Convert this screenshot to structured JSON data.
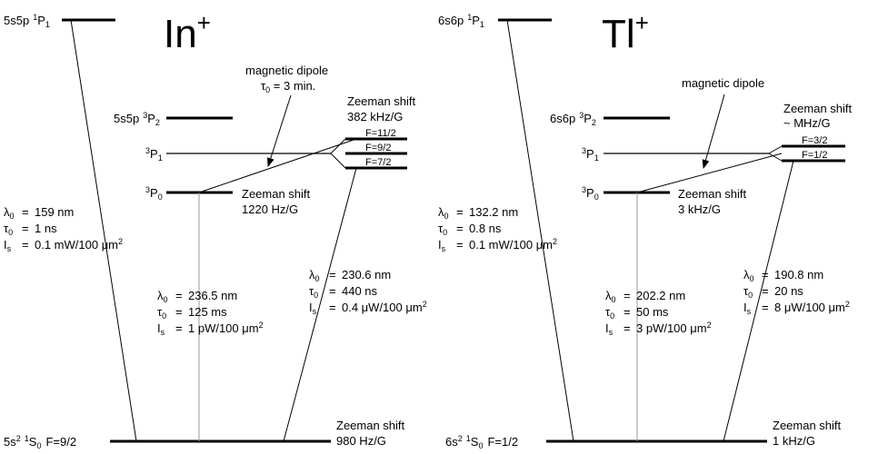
{
  "panels": [
    {
      "id": "in",
      "title": "In",
      "title_charge": "+",
      "state_1p1": {
        "config": "5s5p",
        "spin": "1",
        "term": "P",
        "j": "1"
      },
      "state_3p2": {
        "config": "5s5p",
        "spin": "3",
        "term": "P",
        "j": "2"
      },
      "state_3p1": {
        "spin": "3",
        "term": "P",
        "j": "1"
      },
      "state_3p0": {
        "spin": "3",
        "term": "P",
        "j": "0"
      },
      "ground": {
        "config": "5s",
        "config_exp": "2",
        "spin": "1",
        "term": "S",
        "j": "0",
        "f": "F=9/2"
      },
      "hyperfine": [
        "F=11/2",
        "F=9/2",
        "F=7/2"
      ],
      "zeeman_3p1": [
        "Zeeman shift",
        "382 kHz/G"
      ],
      "zeeman_3p0": [
        "Zeeman shift",
        "1220 Hz/G"
      ],
      "zeeman_ground": [
        "Zeeman shift",
        "980 Hz/G"
      ],
      "dipole": {
        "label": "magnetic dipole",
        "tau_sym": "τ",
        "tau_sub": "0",
        "tau_val": " = 3 min."
      },
      "params_1p1": {
        "lambda": "159 nm",
        "tau": "1 ns",
        "is_text": "0.1 mW/100 μm",
        "is_exp": "2"
      },
      "params_3p0": {
        "lambda": "236.5 nm",
        "tau": "125 ms",
        "is_text": "1 pW/100 μm",
        "is_exp": "2"
      },
      "params_3p1": {
        "lambda": "230.6 nm",
        "tau": "440 ns",
        "is_text": "0.4 μW/100 μm",
        "is_exp": "2"
      }
    },
    {
      "id": "tl",
      "title": "Tl",
      "title_charge": "+",
      "state_1p1": {
        "config": "6s6p",
        "spin": "1",
        "term": "P",
        "j": "1"
      },
      "state_3p2": {
        "config": "6s6p",
        "spin": "3",
        "term": "P",
        "j": "2"
      },
      "state_3p1": {
        "spin": "3",
        "term": "P",
        "j": "1"
      },
      "state_3p0": {
        "spin": "3",
        "term": "P",
        "j": "0"
      },
      "ground": {
        "config": "6s",
        "config_exp": "2",
        "spin": "1",
        "term": "S",
        "j": "0",
        "f": "F=1/2"
      },
      "hyperfine": [
        "F=3/2",
        "F=1/2"
      ],
      "zeeman_3p1": [
        "Zeeman shift",
        "~ MHz/G"
      ],
      "zeeman_3p0": [
        "Zeeman shift",
        "3 kHz/G"
      ],
      "zeeman_ground": [
        "Zeeman shift",
        "1 kHz/G"
      ],
      "dipole": {
        "label": "magnetic dipole"
      },
      "params_1p1": {
        "lambda": "132.2 nm",
        "tau": "0.8 ns",
        "is_text": "0.1 mW/100 μm",
        "is_exp": "2"
      },
      "params_3p0": {
        "lambda": "202.2 nm",
        "tau": "50 ms",
        "is_text": "3 pW/100 μm",
        "is_exp": "2"
      },
      "params_3p1": {
        "lambda": "190.8 nm",
        "tau": "20 ns",
        "is_text": "8 μW/100 μm",
        "is_exp": "2"
      }
    }
  ],
  "symbols": {
    "lambda": "λ",
    "tau": "τ",
    "sub0": "0",
    "is": "I",
    "is_sub": "s",
    "eq": "="
  }
}
